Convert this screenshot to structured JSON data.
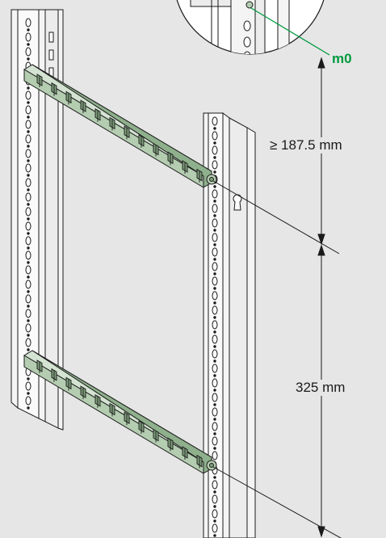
{
  "callout": {
    "label": "m0",
    "color": "#009a3e"
  },
  "dimensions": {
    "top_gap": "≥ 187.5 mm",
    "rail_spacing": "325 mm"
  },
  "colors": {
    "background": "#e6e6e6",
    "bracket_fill": "#b4cdb1",
    "bracket_dark": "#7e9e7b",
    "outline": "#1a1a1a",
    "rail_fill": "#f4f4f4"
  }
}
